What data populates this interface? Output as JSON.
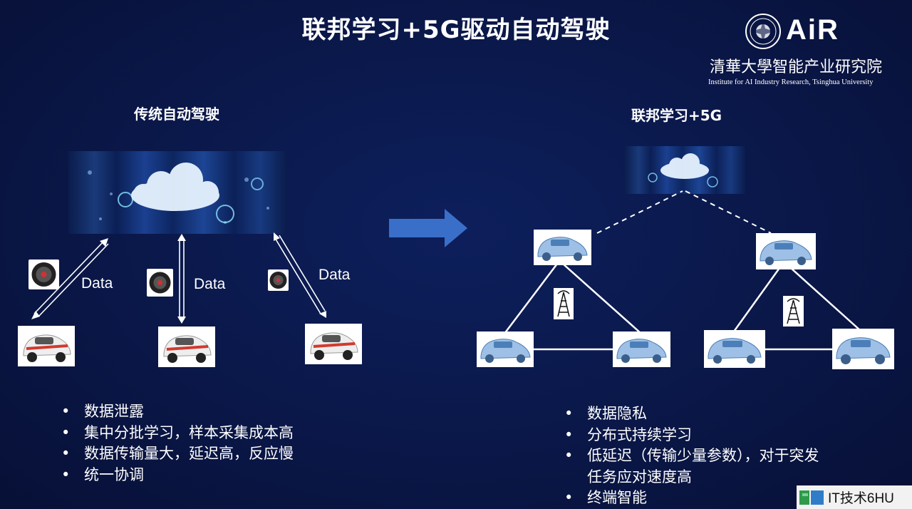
{
  "slide": {
    "title": "联邦学习+5G驱动自动驾驶",
    "logo": {
      "brand": "AiR",
      "institute_cn": "清華大學智能产业研究院",
      "institute_en": "Institute for AI Industry Research, Tsinghua University"
    },
    "left": {
      "heading": "传统自动驾驶",
      "data_labels": [
        "Data",
        "Data",
        "Data"
      ],
      "bullets": [
        "数据泄露",
        "集中分批学习，样本采集成本高",
        "数据传输量大，延迟高，反应慢",
        "统一协调"
      ]
    },
    "right": {
      "heading": "联邦学习+5G",
      "bullets": [
        {
          "text": "数据隐私",
          "bullet": true
        },
        {
          "text": "分布式持续学习",
          "bullet": true
        },
        {
          "text": "低延迟（传输少量参数），对于突发",
          "bullet": true
        },
        {
          "text": "任务应对速度高",
          "bullet": false
        },
        {
          "text": "终端智能",
          "bullet": true
        }
      ]
    }
  },
  "watermark": {
    "text": "IT技术6HU"
  },
  "colors": {
    "background": "#0a1748",
    "arrow": "#3a6fc9",
    "car_blue": "#4c7fb8",
    "car_red": "#d23a2e"
  }
}
